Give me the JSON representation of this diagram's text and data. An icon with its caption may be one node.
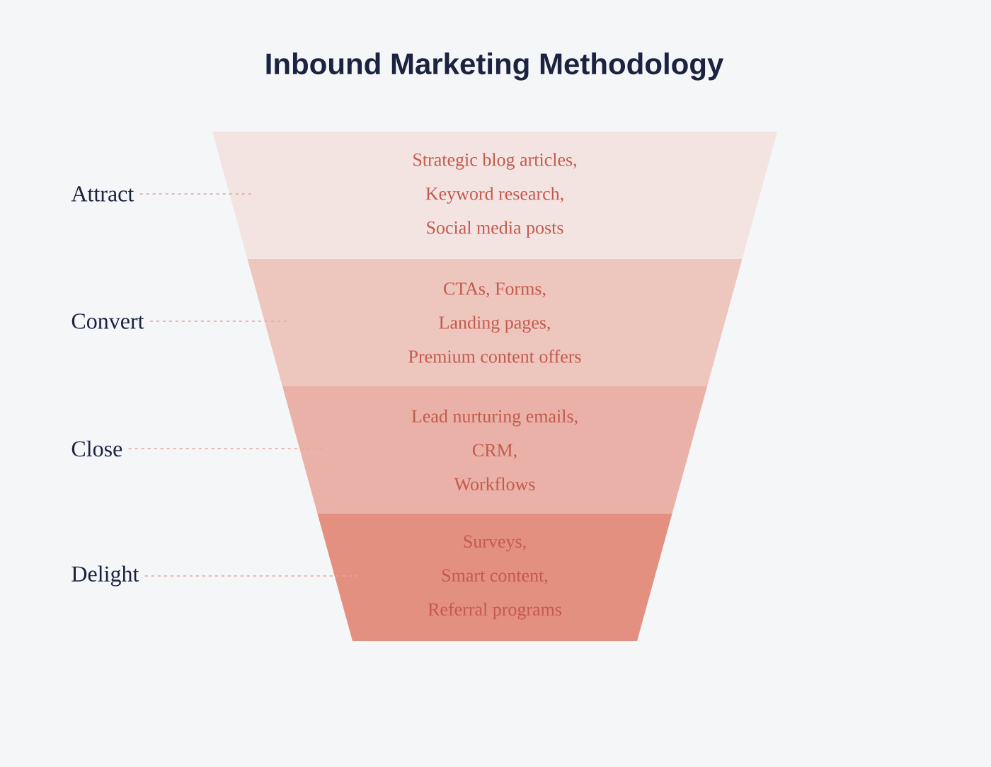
{
  "diagram": {
    "title": "Inbound Marketing Methodology",
    "nodes": [
      {
        "text": [
          "Strategic blog articles,",
          "Keyword research,",
          "Social media posts"
        ]
      },
      {
        "text": [
          "CTAs, Forms,",
          "Landing pages,",
          "Premium content offers"
        ]
      },
      {
        "text": [
          "Lead nurturing emails,",
          "CRM,",
          "Workflows"
        ]
      },
      {
        "text": [
          "Surveys,",
          "Smart content,",
          "Referral programs"
        ]
      },
      {
        "text": [
          "Attract"
        ]
      },
      {
        "text": [
          "Convert"
        ]
      },
      {
        "text": [
          "Close"
        ]
      },
      {
        "text": [
          "Delight"
        ]
      }
    ],
    "edges": [
      {
        "from": 4,
        "to": 0,
        "arrow": "none",
        "style": "dashed"
      },
      {
        "from": 5,
        "to": 1,
        "arrow": "none",
        "style": "dashed"
      },
      {
        "from": 6,
        "to": 2,
        "arrow": "none",
        "style": "dashed"
      },
      {
        "from": 7,
        "to": 3,
        "arrow": "none",
        "style": "dashed"
      }
    ]
  }
}
